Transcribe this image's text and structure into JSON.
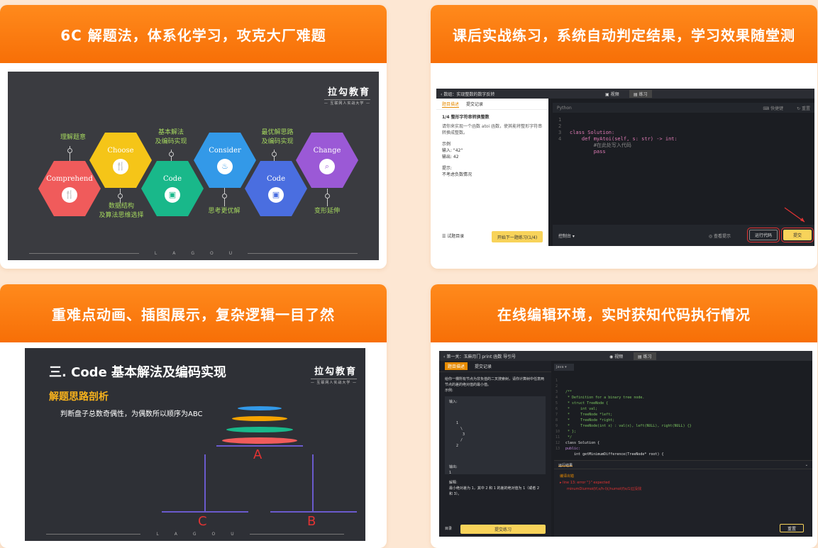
{
  "colors": {
    "header": "#f7760d",
    "bg": "#fde7d3",
    "slide": "#3a3b40"
  },
  "cards": [
    {
      "title": "6C 解题法，体系化学习，攻克大厂难题"
    },
    {
      "title": "课后实战练习，系统自动判定结果，学习效果随堂测"
    },
    {
      "title": "重难点动画、插图展示，复杂逻辑一目了然"
    },
    {
      "title": "在线编辑环境，实时获知代码执行情况"
    }
  ],
  "logo": {
    "name": "拉勾教育",
    "slogan": "— 互联网人实战大学 —"
  },
  "footer_letters": [
    "L",
    "A",
    "G",
    "O",
    "U"
  ],
  "hexes": [
    {
      "label": "Comprehend",
      "icon": "fork-knife-icon",
      "color": "#f05b5b"
    },
    {
      "label": "Choose",
      "icon": "fork-knife-icon",
      "color": "#f5c518"
    },
    {
      "label": "Code",
      "icon": "monitor-icon",
      "color": "#19b88a"
    },
    {
      "label": "Consider",
      "icon": "bell-icon",
      "color": "#3399e8"
    },
    {
      "label": "Code",
      "icon": "monitor-icon",
      "color": "#4a6ee0"
    },
    {
      "label": "Change",
      "icon": "search-icon",
      "color": "#9b59d6"
    }
  ],
  "annotations": {
    "a1": "理解题意",
    "a2": "基本解法\n及编码实现",
    "a3": "最优解思路\n及编码实现",
    "a4": "数据结构\n及算法思维选择",
    "a5": "思考更优解",
    "a6": "变形延伸"
  },
  "ide1": {
    "back": "数组：实现整数的数字反转",
    "video_tab": "视频",
    "practice_tab": "练习",
    "tab_desc": "题目描述",
    "tab_record": "提交记录",
    "q_title": "1/4 整形字符串转换整数",
    "q_body": "请你来实现一个函数 atoi 函数，使其能将整形字符串转换成整数。",
    "example_label": "示例",
    "input": "输入: \"42\"",
    "output": "输出: 42",
    "hint_label": "提示:",
    "hint": "不考虑负数情况",
    "catalog": "☰ 试题目录",
    "next_btn": "开始下一题练习(1/4)",
    "lang": "Python",
    "shortcut": "快捷键",
    "reset": "重置",
    "line_nos": [
      "1",
      "2",
      "3",
      "4"
    ],
    "code": [
      "class Solution:",
      "    def myAtoi(self, s: str) -> int:",
      "        #在此处写入代码",
      "        pass"
    ],
    "console": "控制台 ▾",
    "view_hint": "查看提示",
    "run_btn": "运行代码",
    "submit_btn": "提交"
  },
  "slide3": {
    "title": "三. Code 基本解法及编码实现",
    "subtitle": "解题思路剖析",
    "text": "判断盘子总数奇偶性，为偶数所以顺序为ABC",
    "peg_a": "A",
    "peg_b": "B",
    "peg_c": "C"
  },
  "ide2": {
    "back": "第一关：玉麻月门 print 函数 导引号",
    "video_tab": "视频",
    "practice_tab": "练习",
    "tab_desc": "题目描述",
    "tab_record": "提交记录",
    "q_text": "给你一棵所有节点为非负值的二叉搜索树，请你计算树中任意两节点的差的绝对值的最小值。",
    "example_label": "示例:",
    "input_label": "输入:",
    "tree": [
      "1",
      "  \\",
      "   3",
      "  /",
      "2"
    ],
    "output_label": "输出:",
    "output_val": "1",
    "explain_label": "解释:",
    "explain": "最小绝对差为 1，其中 2 和 1 的差的绝对值为 1（或者 2 和 3）。",
    "catalog": "目录",
    "submit_btn": "提交练习",
    "lang": "Java ▾",
    "line_nos": [
      "1",
      "2",
      "3",
      "4",
      "5",
      "6",
      "7",
      "8",
      "9",
      "10",
      "11",
      "12",
      "13"
    ],
    "code": [
      "/**",
      " * Definition for a binary tree node.",
      " * struct TreeNode {",
      " *     int val;",
      " *     TreeNode *left;",
      " *     TreeNode *right;",
      " *     TreeNode(int x) : val(x), left(NULL), right(NULL) {}",
      " * };",
      " */",
      "class Solution {",
      "public:",
      "    int getMinimumDifference(TreeNode* root) {",
      ""
    ],
    "result_label": "运行结果",
    "error_title": "编译出错",
    "error_line": "▸ line 13: error \"}\" expected",
    "error_detail": "minumDiurmoi(tf,s/h-l)(/numol(f)s/1)[[没找",
    "run_btn": "重置"
  }
}
